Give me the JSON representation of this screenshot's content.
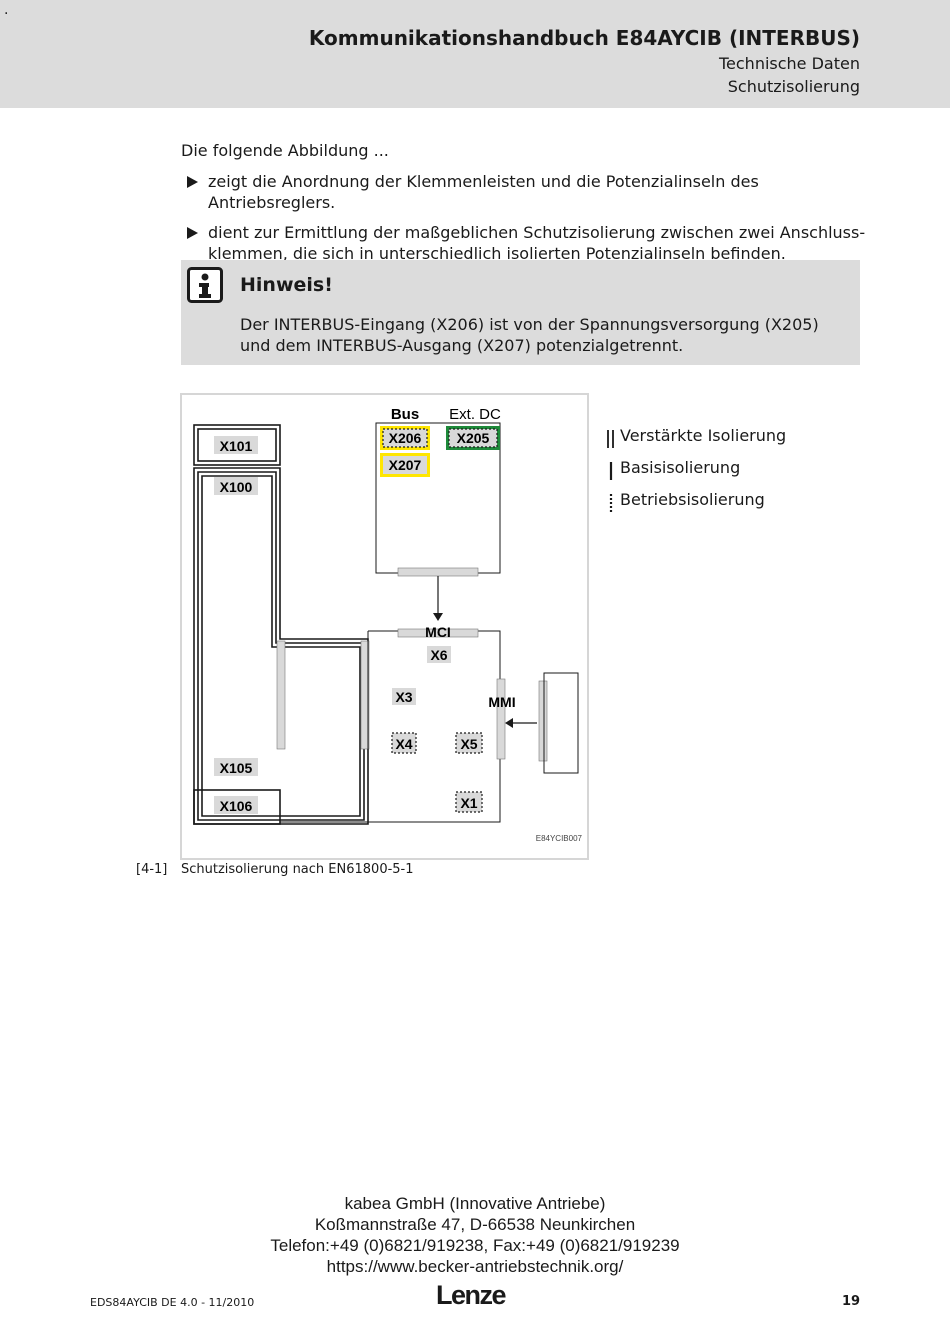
{
  "header": {
    "dot": ".",
    "title": "Kommunikationshandbuch E84AYCIB (INTERBUS)",
    "subtitle1": "Technische Daten",
    "subtitle2": "Schutzisolierung"
  },
  "body": {
    "intro": "Die folgende Abbildung ...",
    "bullets": [
      "zeigt die Anordnung der Klemmenleisten und die Potenzialinseln des Antriebsreglers.",
      "dient zur Ermittlung der maßgeblichen Schutzisolierung zwischen zwei Anschluss-klemmen, die sich in unterschiedlich isolierten Potenzialinseln befinden."
    ]
  },
  "note": {
    "icon": "info-icon",
    "title": "Hinweis!",
    "text": "Der INTERBUS-Eingang (X206) ist von der Spannungsversorgung (X205) und dem INTERBUS-Ausgang (X207) potenzialgetrennt."
  },
  "figure": {
    "labels": {
      "bus": "Bus",
      "ext_dc": "Ext. DC",
      "x206": "X206",
      "x205": "X205",
      "x207": "X207",
      "x101": "X101",
      "x100": "X100",
      "x105": "X105",
      "x106": "X106",
      "mci": "MCI",
      "x6": "X6",
      "x3": "X3",
      "x4": "X4",
      "x5": "X5",
      "x1": "X1",
      "mmi": "MMI",
      "code": "E84YCIB007"
    },
    "colors": {
      "yellow": "#ffe600",
      "green": "#1e8a3a",
      "label_bg": "#d9d9d9"
    },
    "legend": [
      {
        "symbol": "double-line",
        "label": "Verstärkte Isolierung"
      },
      {
        "symbol": "single-line",
        "label": "Basisisolierung"
      },
      {
        "symbol": "dotted-line",
        "label": "Betriebsisolierung"
      }
    ]
  },
  "caption": {
    "number": "[4-1]",
    "text": "Schutzisolierung nach EN61800-5-1"
  },
  "dealer": {
    "line1": "kabea GmbH  (Innovative Antriebe)",
    "line2": "Koßmannstraße 47, D-66538 Neunkirchen",
    "line3": "Telefon:+49 (0)6821/919238, Fax:+49 (0)6821/919239",
    "line4": "https://www.becker-antriebstechnik.org/"
  },
  "footer": {
    "doc_id": "EDS84AYCIB DE 4.0 - 11/2010",
    "logo": "Lenze",
    "page": "19"
  }
}
